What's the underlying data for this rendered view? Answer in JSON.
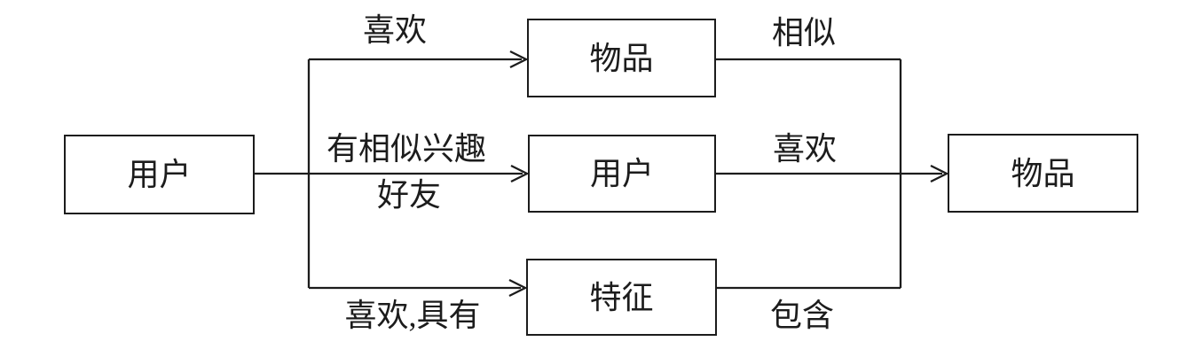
{
  "diagram": {
    "title": "personalized recommendation connection paths diagram",
    "colors": {
      "background": "#ffffff",
      "ink": "#1c1c1c"
    },
    "nodes": {
      "user_source": {
        "label": "用户"
      },
      "item_top": {
        "label": "物品"
      },
      "user_middle": {
        "label": "用户"
      },
      "feature_bottom": {
        "label": "特征"
      },
      "item_target": {
        "label": "物品"
      }
    },
    "edge_labels": {
      "like_top": {
        "text": "喜欢"
      },
      "similar_interest": {
        "text": "有相似兴趣"
      },
      "friends": {
        "text": "好友"
      },
      "like_has": {
        "text": "喜欢,具有"
      },
      "similar": {
        "text": "相似"
      },
      "like_right": {
        "text": "喜欢"
      },
      "contains": {
        "text": "包含"
      }
    },
    "edges": [
      {
        "from": "user_source",
        "to": "item_top",
        "label": "喜欢"
      },
      {
        "from": "user_source",
        "to": "user_middle",
        "label_above": "有相似兴趣",
        "label_below": "好友"
      },
      {
        "from": "user_source",
        "to": "feature_bottom",
        "label": "喜欢,具有"
      },
      {
        "from": "item_top",
        "to": "item_target",
        "label": "相似"
      },
      {
        "from": "user_middle",
        "to": "item_target",
        "label": "喜欢"
      },
      {
        "from": "feature_bottom",
        "to": "item_target",
        "label": "包含"
      }
    ]
  }
}
